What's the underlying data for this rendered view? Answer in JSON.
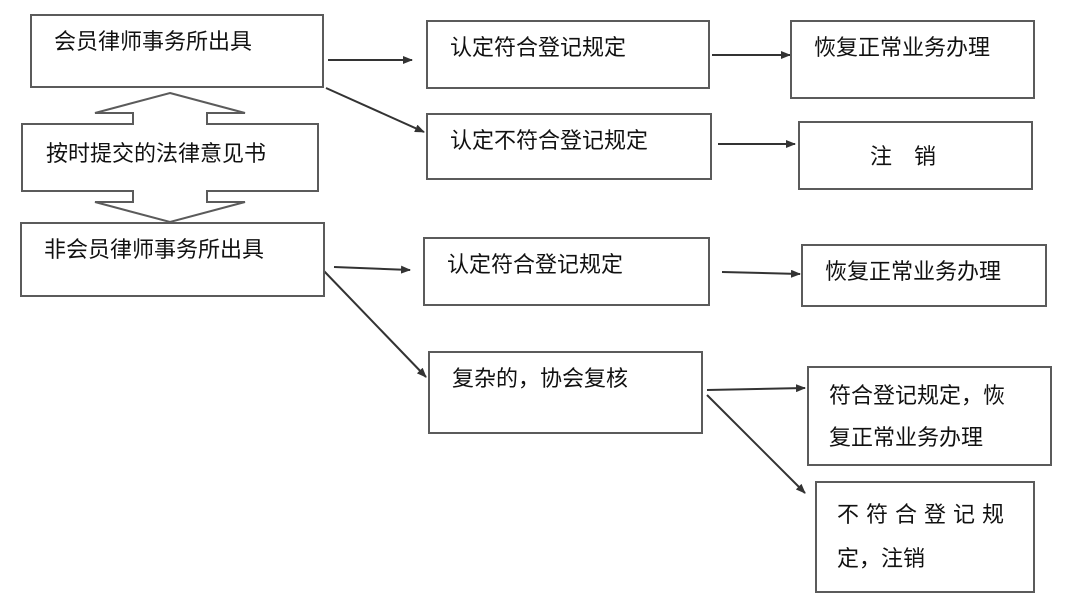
{
  "nodes": {
    "member_issue": "会员律师事务所出具",
    "submit_opinion": "按时提交的法律意见书",
    "nonmember_issue": "非会员律师事务所出具",
    "m_compliant": "认定符合登记规定",
    "m_noncompliant": "认定不符合登记规定",
    "m_resume": "恢复正常业务办理",
    "m_cancel": "注　销",
    "n_compliant": "认定符合登记规定",
    "n_resume": "恢复正常业务办理",
    "n_complex": "复杂的，协会复核",
    "n_review_ok_line1": "符合登记规定，恢",
    "n_review_ok_line2": "复正常业务办理",
    "n_review_fail_line1": "不 符 合 登 记 规",
    "n_review_fail_line2": "定，注销"
  }
}
